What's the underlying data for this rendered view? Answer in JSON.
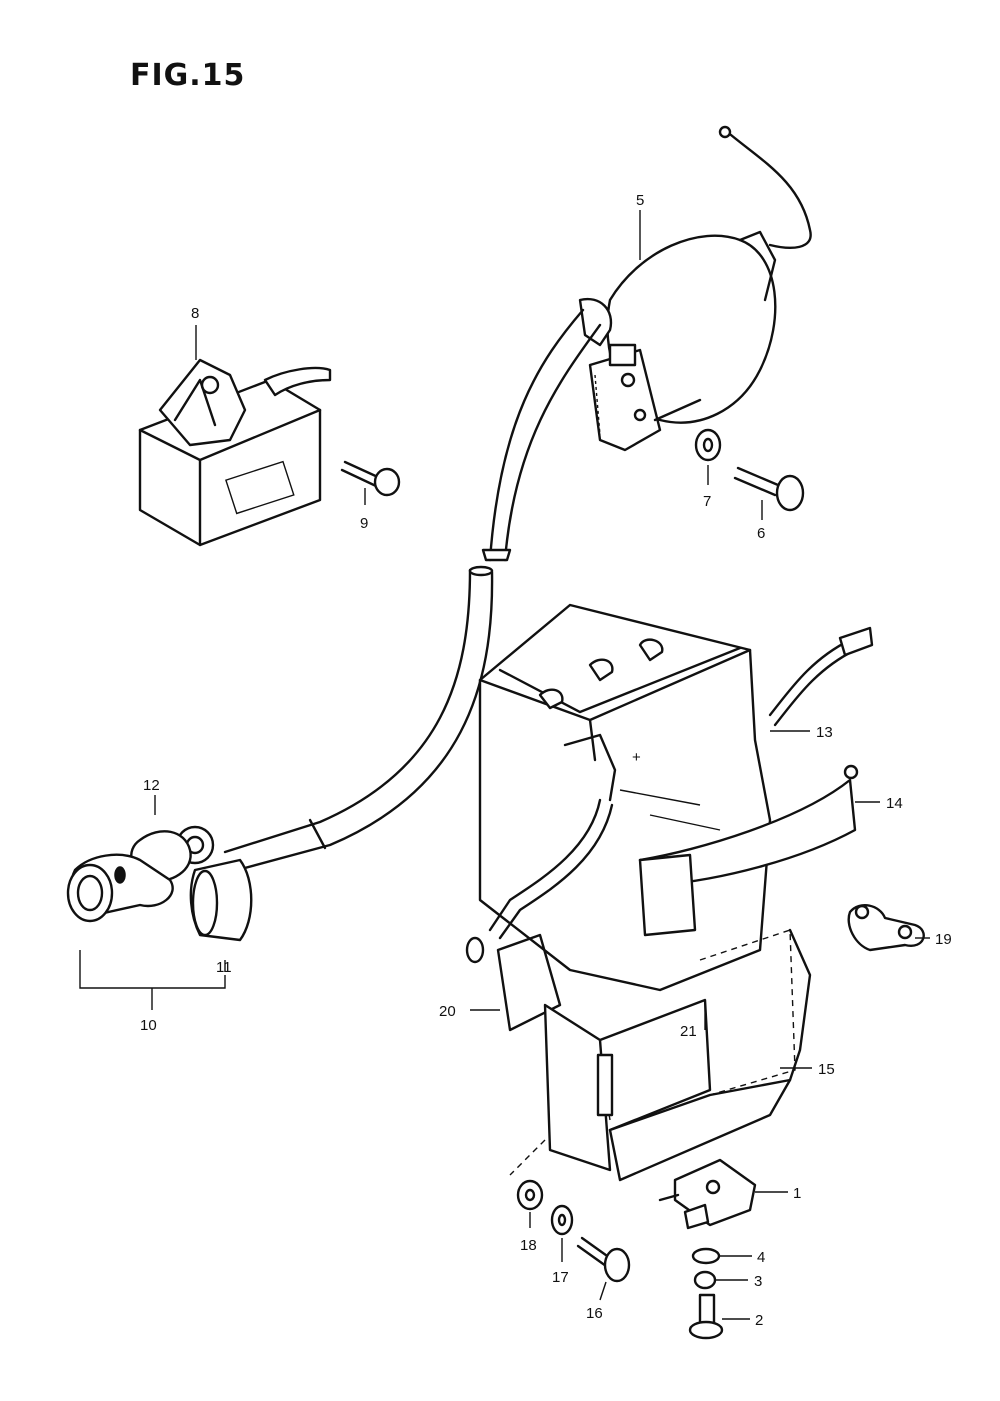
{
  "figure": {
    "title": "FIG.15"
  },
  "callouts": {
    "c1": "1",
    "c2": "2",
    "c3": "3",
    "c4": "4",
    "c5": "5",
    "c6": "6",
    "c7": "7",
    "c8": "8",
    "c9": "9",
    "c10": "10",
    "c11": "11",
    "c12": "12",
    "c13": "13",
    "c14": "14",
    "c15": "15",
    "c16": "16",
    "c17": "17",
    "c18": "18",
    "c19": "19",
    "c20": "20",
    "c21": "21"
  }
}
